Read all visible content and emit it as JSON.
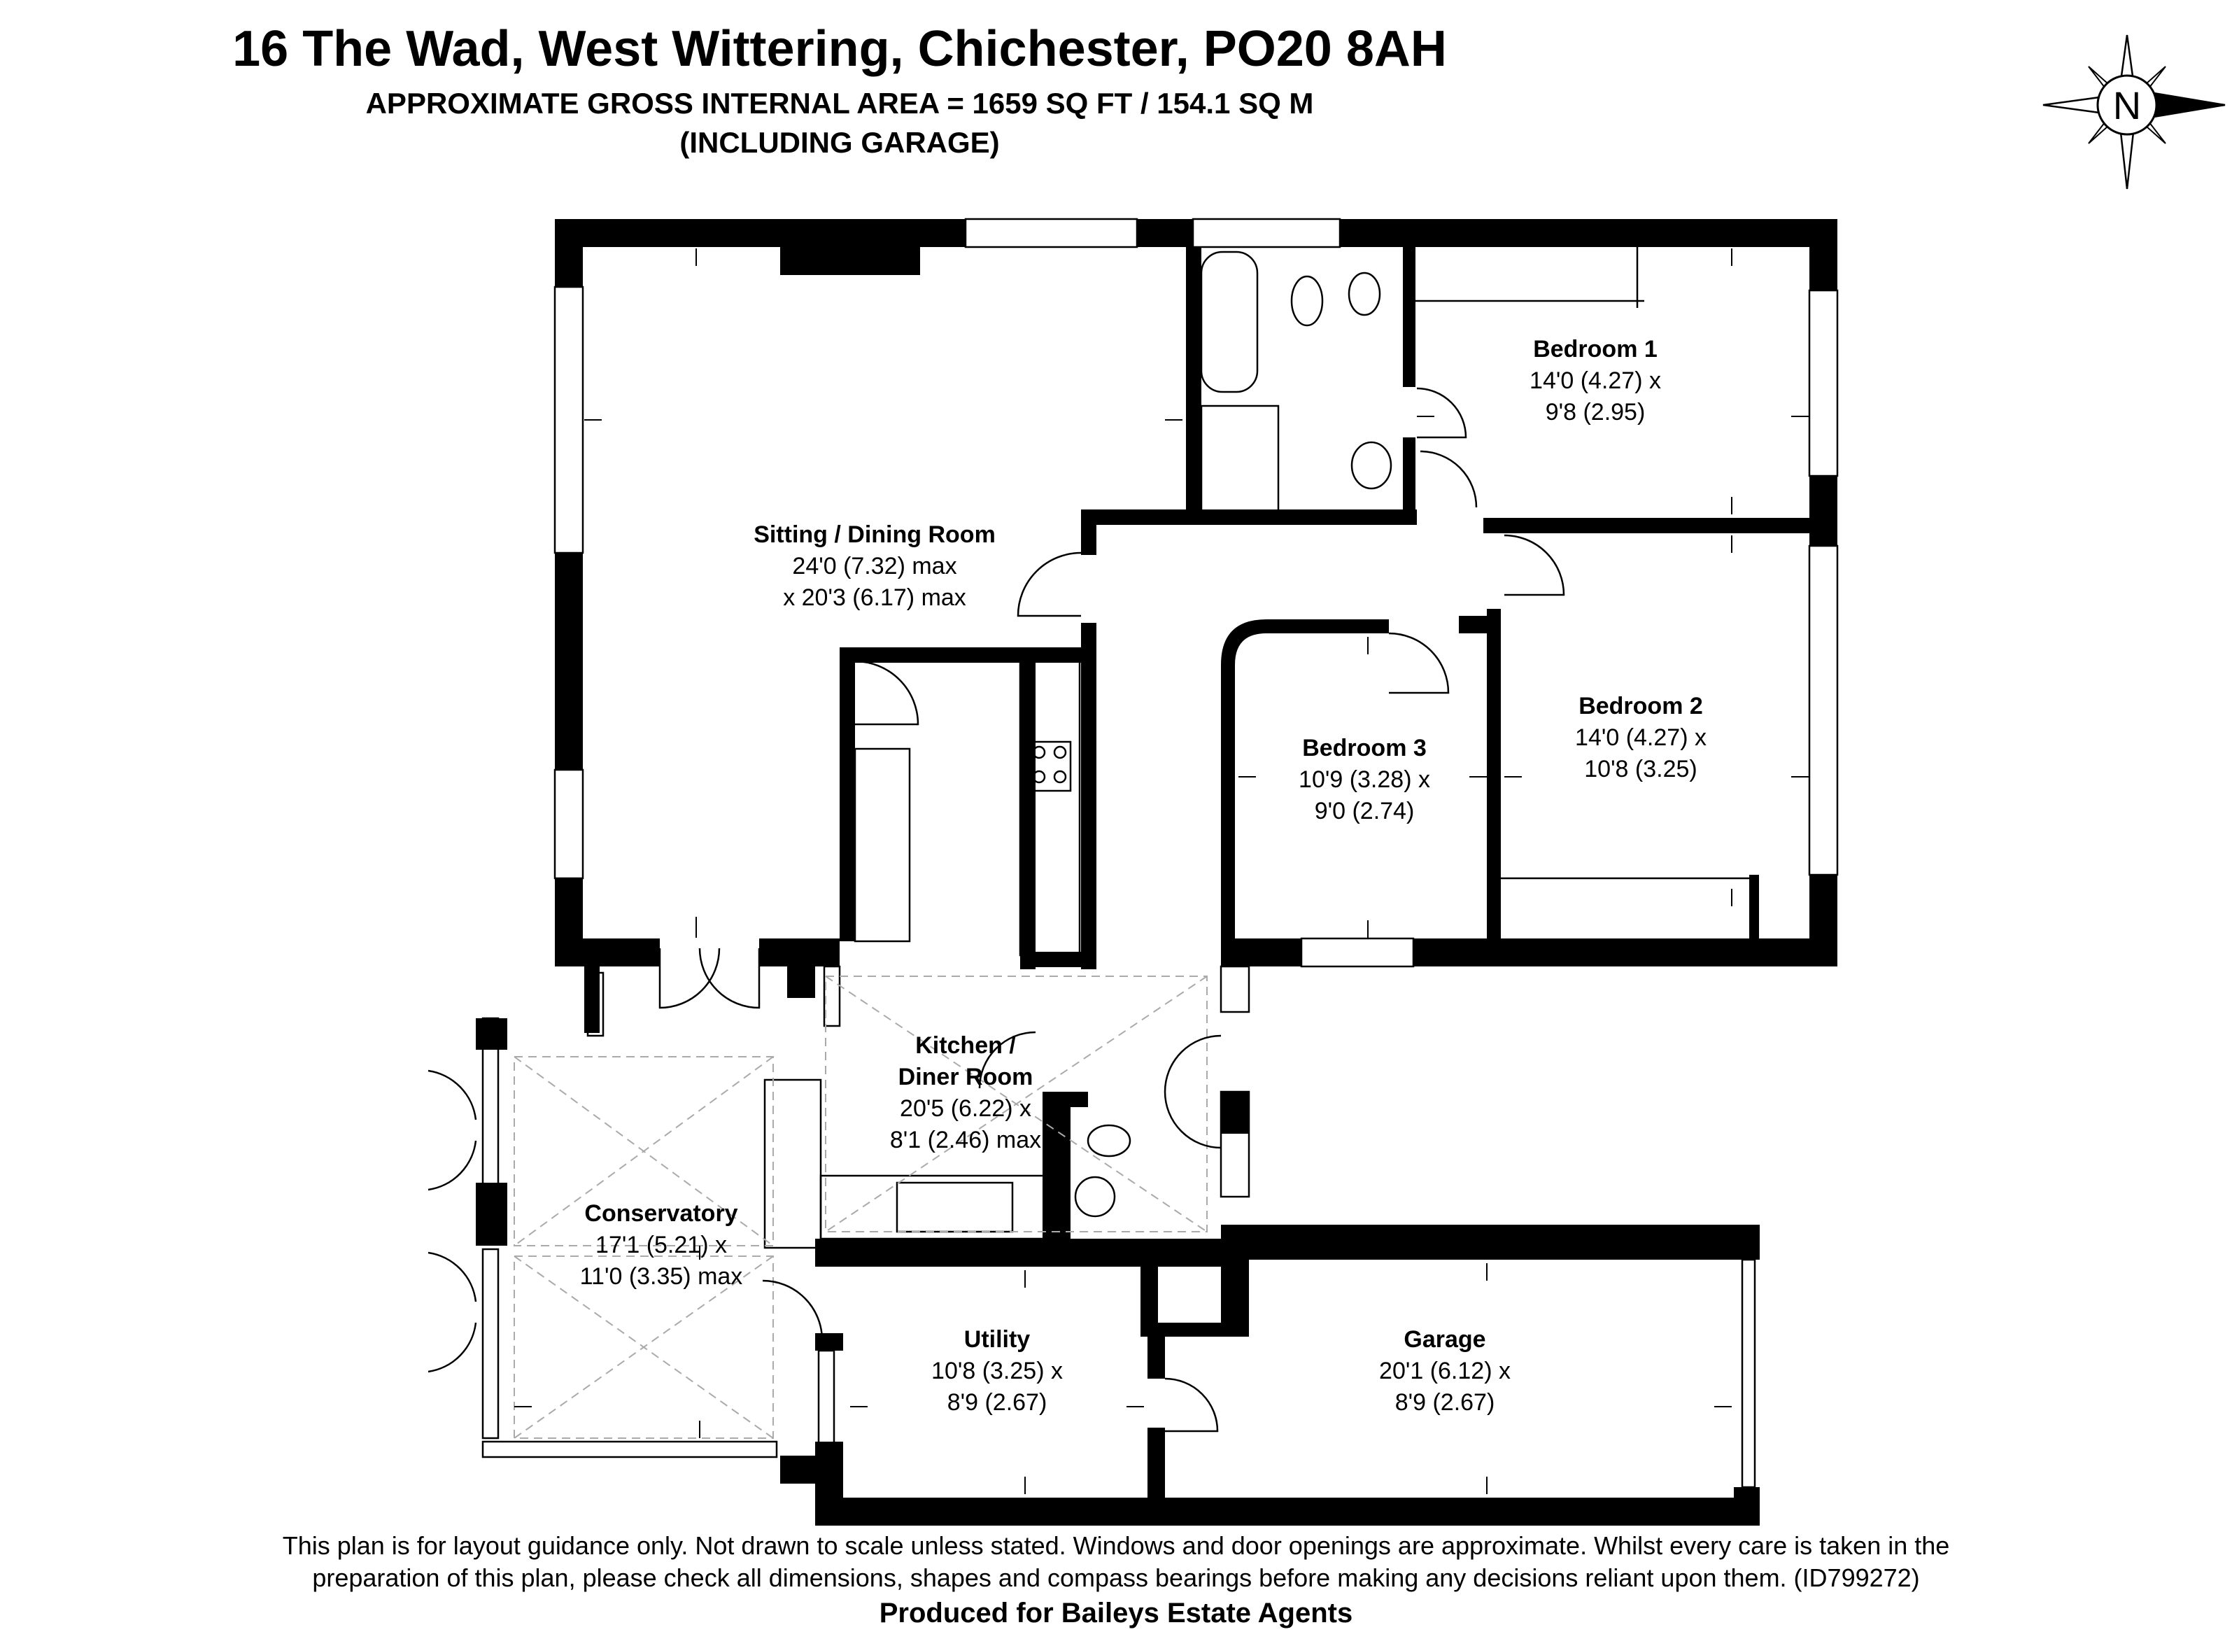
{
  "title": "16 The Wad, West Wittering, Chichester, PO20 8AH",
  "area_line": "APPROXIMATE GROSS INTERNAL AREA = 1659 SQ FT / 154.1 SQ M",
  "area_note": "(INCLUDING GARAGE)",
  "compass_label": "N",
  "compass_icon": "compass-rose-icon",
  "rooms": {
    "sitting": {
      "name": "Sitting / Dining Room",
      "dim1": "24'0 (7.32) max",
      "dim2": "x 20'3 (6.17) max"
    },
    "bedroom1": {
      "name": "Bedroom 1",
      "dim1": "14'0 (4.27) x",
      "dim2": "9'8 (2.95)"
    },
    "bedroom2": {
      "name": "Bedroom 2",
      "dim1": "14'0 (4.27) x",
      "dim2": "10'8 (3.25)"
    },
    "bedroom3": {
      "name": "Bedroom 3",
      "dim1": "10'9 (3.28) x",
      "dim2": "9'0 (2.74)"
    },
    "kitchen": {
      "name1": "Kitchen /",
      "name2": "Diner Room",
      "dim1": "20'5 (6.22) x",
      "dim2": "8'1 (2.46) max"
    },
    "conservatory": {
      "name": "Conservatory",
      "dim1": "17'1 (5.21) x",
      "dim2": "11'0 (3.35) max"
    },
    "utility": {
      "name": "Utility",
      "dim1": "10'8 (3.25) x",
      "dim2": "8'9 (2.67)"
    },
    "garage": {
      "name": "Garage",
      "dim1": "20'1 (6.12) x",
      "dim2": "8'9 (2.67)"
    }
  },
  "disclaimer_line1": "This plan is for layout guidance only. Not drawn to scale unless stated. Windows and door openings are approximate. Whilst every care is taken in the",
  "disclaimer_line2": "preparation of this plan, please check all dimensions, shapes and compass bearings before making any decisions reliant upon them. (ID799272)",
  "produced_for": "Produced for Baileys Estate Agents"
}
